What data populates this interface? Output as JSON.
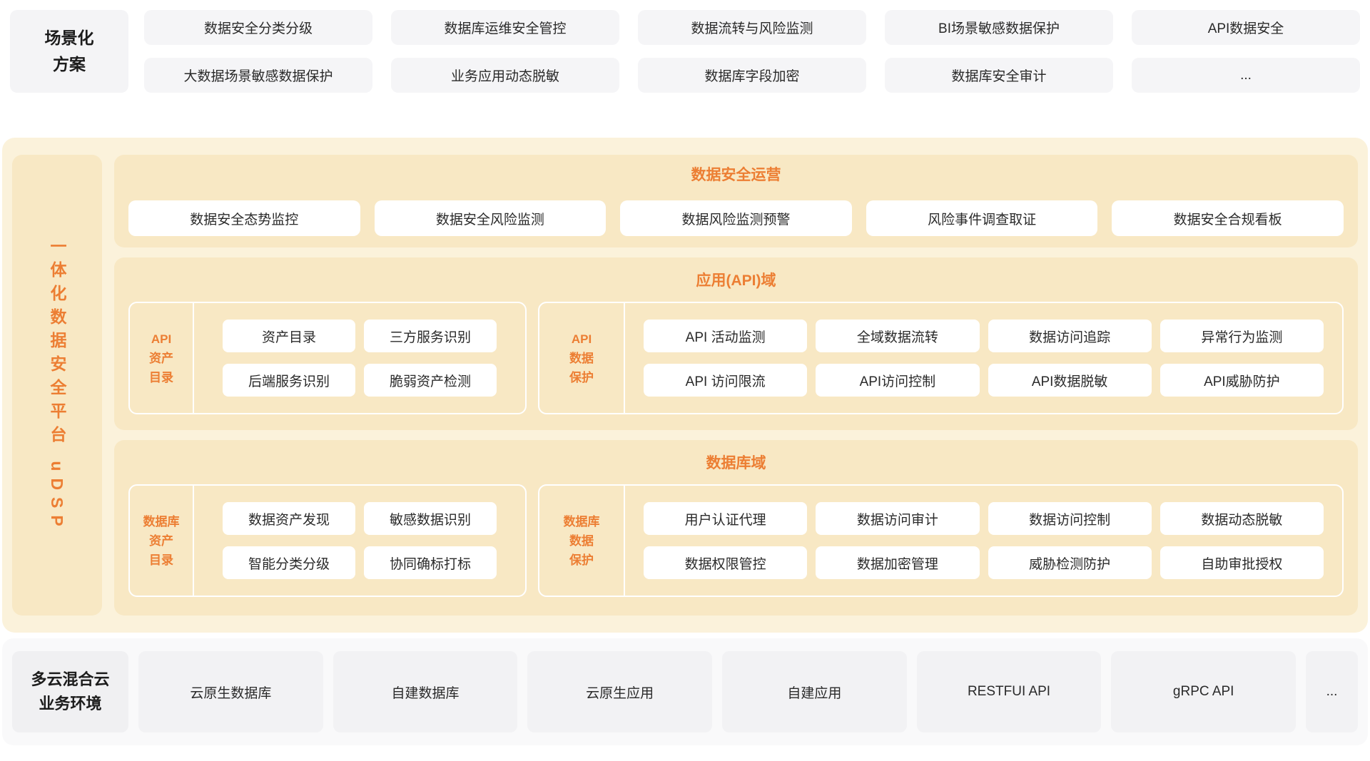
{
  "colors": {
    "orange_accent": "#EC7E33",
    "cream_outer": "#FBF2DB",
    "cream_inner": "#F8E8C4",
    "gray_box": "#F5F5F7",
    "bottom_container": "#F9F9FA",
    "bottom_box": "#F2F2F4",
    "white_box": "#FFFFFF",
    "text_dark": "#262626"
  },
  "scenario_band": {
    "label_line1": "场景化",
    "label_line2": "方案",
    "row1": [
      "数据安全分类分级",
      "数据库运维安全管控",
      "数据流转与风险监测",
      "BI场景敏感数据保护",
      "API数据安全"
    ],
    "row2": [
      "大数据场景敏感数据保护",
      "业务应用动态脱敏",
      "数据库字段加密",
      "数据库安全审计",
      "..."
    ]
  },
  "platform": {
    "vertical_title": "一体化数据安全平台 uDSP",
    "operations": {
      "title": "数据安全运营",
      "items": [
        "数据安全态势监控",
        "数据安全风险监测",
        "数据风险监测预警",
        "风险事件调查取证",
        "数据安全合规看板"
      ]
    },
    "api_domain": {
      "title": "应用(API)域",
      "asset_group": {
        "label_line1": "API",
        "label_line2": "资产",
        "label_line3": "目录",
        "items": [
          "资产目录",
          "三方服务识别",
          "后端服务识别",
          "脆弱资产检测"
        ]
      },
      "protect_group": {
        "label_line1": "API",
        "label_line2": "数据",
        "label_line3": "保护",
        "items": [
          "API 活动监测",
          "全域数据流转",
          "数据访问追踪",
          "异常行为监测",
          "API 访问限流",
          "API访问控制",
          "API数据脱敏",
          "API威胁防护"
        ]
      }
    },
    "db_domain": {
      "title": "数据库域",
      "asset_group": {
        "label_line1": "数据库",
        "label_line2": "资产",
        "label_line3": "目录",
        "items": [
          "数据资产发现",
          "敏感数据识别",
          "智能分类分级",
          "协同确标打标"
        ]
      },
      "protect_group": {
        "label_line1": "数据库",
        "label_line2": "数据",
        "label_line3": "保护",
        "items": [
          "用户认证代理",
          "数据访问审计",
          "数据访问控制",
          "数据动态脱敏",
          "数据权限管控",
          "数据加密管理",
          "威胁检测防护",
          "自助审批授权"
        ]
      }
    }
  },
  "environment_band": {
    "label_line1": "多云混合云",
    "label_line2": "业务环境",
    "boxes": [
      "云原生数据库",
      "自建数据库",
      "云原生应用",
      "自建应用",
      "RESTFUI API",
      "gRPC API",
      "..."
    ]
  }
}
